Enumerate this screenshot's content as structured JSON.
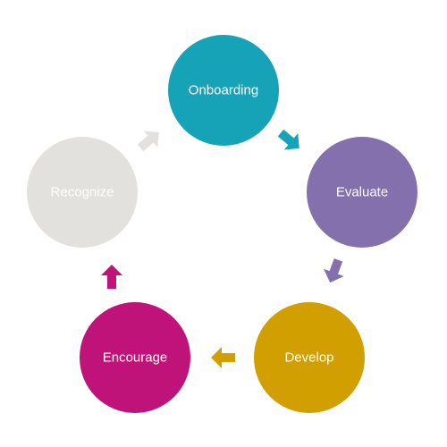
{
  "diagram": {
    "type": "cycle",
    "nodes": [
      {
        "id": "onboarding",
        "label": "Onboarding",
        "color": "#16a3b8"
      },
      {
        "id": "evaluate",
        "label": "Evaluate",
        "color": "#8470ad"
      },
      {
        "id": "develop",
        "label": "Develop",
        "color": "#d1a000"
      },
      {
        "id": "encourage",
        "label": "Encourage",
        "color": "#c0137a"
      },
      {
        "id": "recognize",
        "label": "Recognize",
        "color": "#e3e1dd"
      }
    ],
    "arrows": [
      {
        "from": "onboarding",
        "to": "evaluate",
        "color": "#16a3b8"
      },
      {
        "from": "evaluate",
        "to": "develop",
        "color": "#8470ad"
      },
      {
        "from": "develop",
        "to": "encourage",
        "color": "#d1a000"
      },
      {
        "from": "encourage",
        "to": "recognize",
        "color": "#c0137a"
      },
      {
        "from": "recognize",
        "to": "onboarding",
        "color": "#e3e1dd"
      }
    ]
  }
}
